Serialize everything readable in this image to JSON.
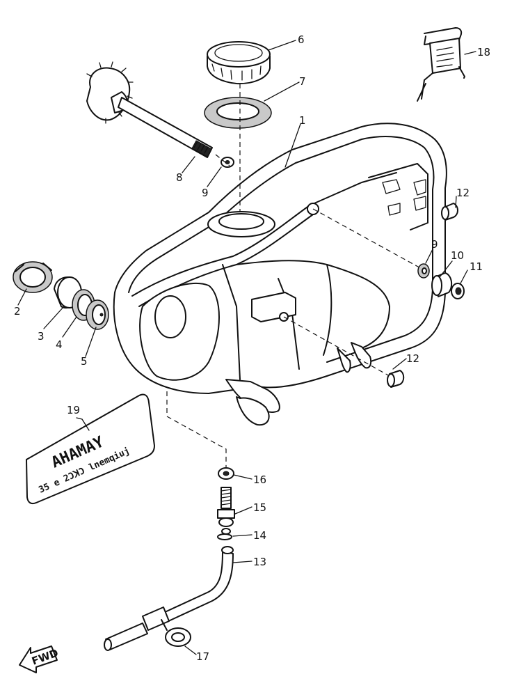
{
  "diagram": {
    "callouts": [
      {
        "id": "c1",
        "text": "1"
      },
      {
        "id": "c2",
        "text": "2"
      },
      {
        "id": "c3",
        "text": "3"
      },
      {
        "id": "c4",
        "text": "4"
      },
      {
        "id": "c5",
        "text": "5"
      },
      {
        "id": "c6",
        "text": "6"
      },
      {
        "id": "c7",
        "text": "7"
      },
      {
        "id": "c8",
        "text": "8"
      },
      {
        "id": "c9a",
        "text": "9"
      },
      {
        "id": "c9b",
        "text": "9"
      },
      {
        "id": "c10",
        "text": "10"
      },
      {
        "id": "c11",
        "text": "11"
      },
      {
        "id": "c12a",
        "text": "12"
      },
      {
        "id": "c12b",
        "text": "12"
      },
      {
        "id": "c13",
        "text": "13"
      },
      {
        "id": "c14",
        "text": "14"
      },
      {
        "id": "c15",
        "text": "15"
      },
      {
        "id": "c16",
        "text": "16"
      },
      {
        "id": "c17",
        "text": "17"
      },
      {
        "id": "c18",
        "text": "18"
      },
      {
        "id": "c19",
        "text": "19"
      }
    ],
    "decal": {
      "line1": "AHAMAY",
      "line2": "35 e 2ƆꓘƆ lnemqiuj"
    },
    "fwd_label": "FWD"
  }
}
